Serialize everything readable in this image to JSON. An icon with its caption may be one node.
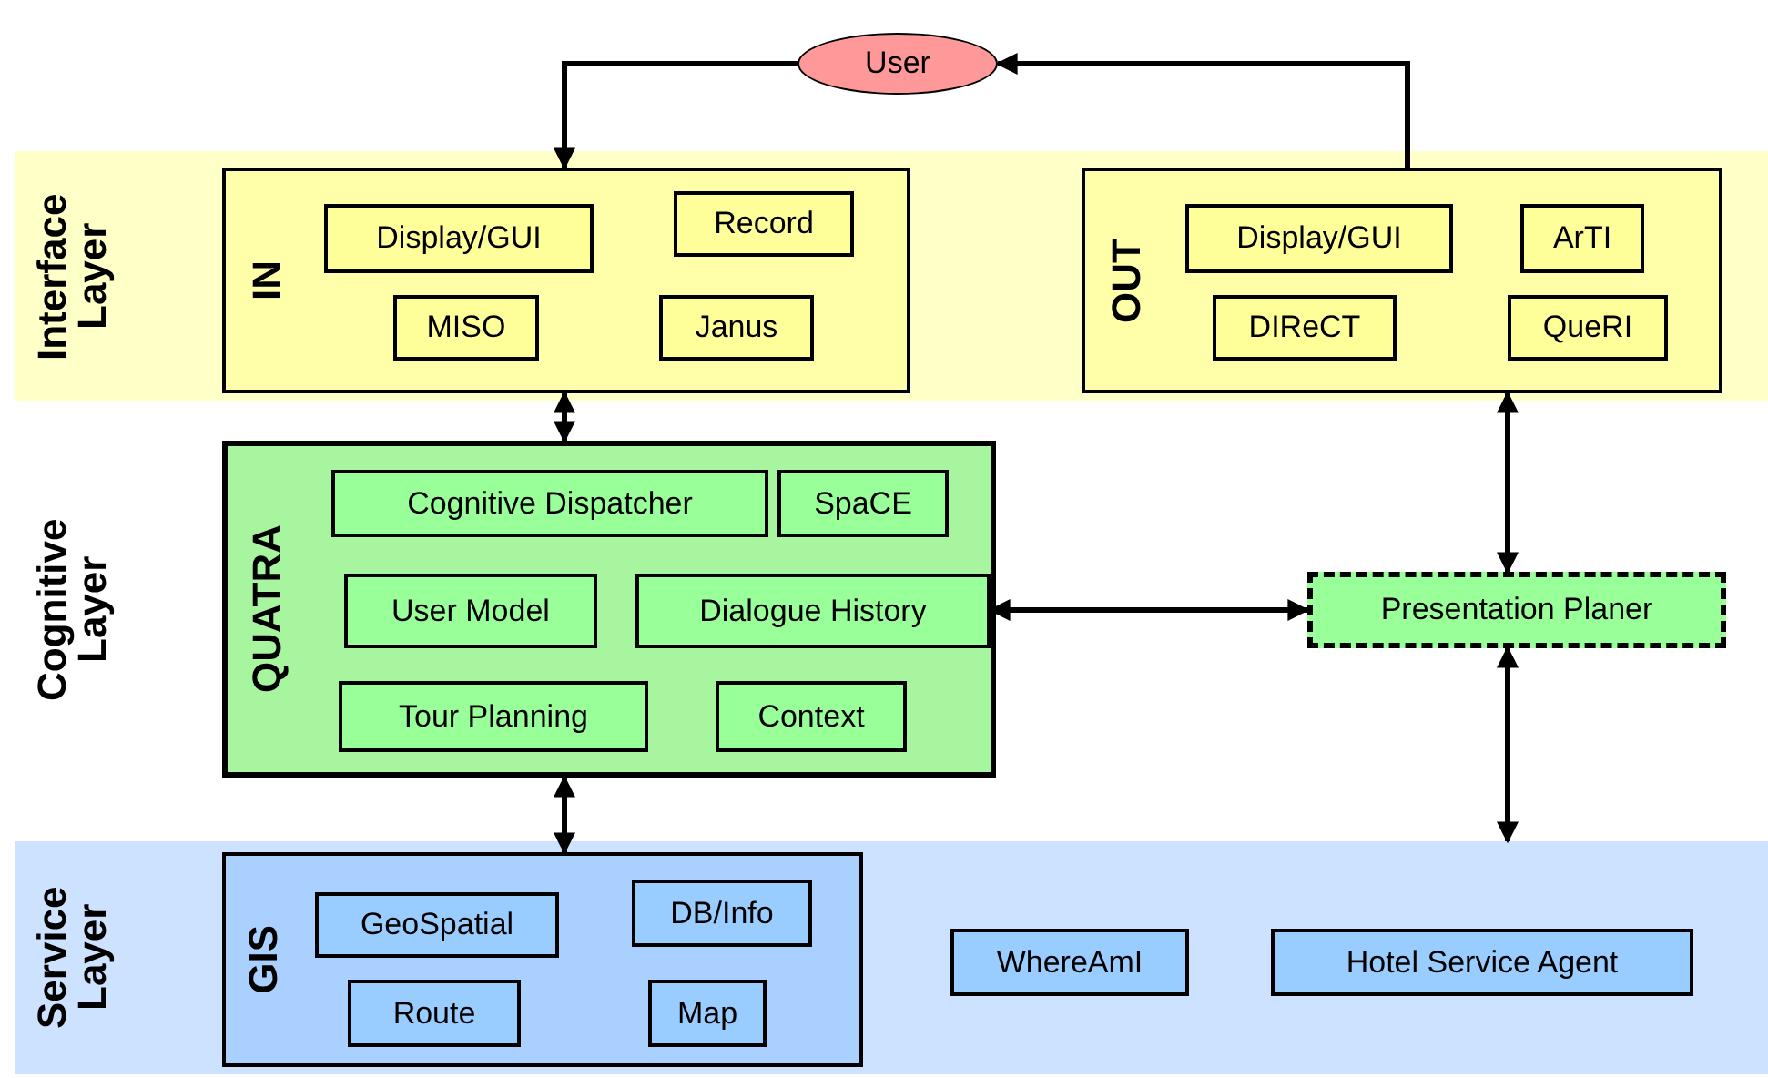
{
  "diagram": {
    "nodes": [
      {
        "text": [
          "User"
        ]
      },
      {
        "text": [
          "Interface Layer"
        ]
      },
      {
        "text": [
          "IN"
        ],
        "in": 1
      },
      {
        "text": [
          "Display/GUI"
        ],
        "in": 2
      },
      {
        "text": [
          "Record"
        ],
        "in": 2
      },
      {
        "text": [
          "MISO"
        ],
        "in": 2
      },
      {
        "text": [
          "Janus"
        ],
        "in": 2
      },
      {
        "text": [
          "OUT"
        ],
        "in": 1
      },
      {
        "text": [
          "Display/GUI"
        ],
        "in": 7
      },
      {
        "text": [
          "ArTI"
        ],
        "in": 7
      },
      {
        "text": [
          "DIReCT"
        ],
        "in": 7
      },
      {
        "text": [
          "QueRI"
        ],
        "in": 7
      },
      {
        "text": [
          "QUATRA"
        ]
      },
      {
        "text": [
          "Cognitive Dispatcher"
        ],
        "in": 12
      },
      {
        "text": [
          "SpaCE"
        ],
        "in": 12
      },
      {
        "text": [
          "User Model"
        ],
        "in": 12
      },
      {
        "text": [
          "Dialogue History"
        ],
        "in": 12
      },
      {
        "text": [
          "Tour Planning"
        ],
        "in": 12
      },
      {
        "text": [
          "Context"
        ],
        "in": 12
      },
      {
        "text": [
          "Presentation Planer"
        ]
      },
      {
        "text": [
          "Service Layer"
        ]
      },
      {
        "text": [
          "GIS"
        ],
        "in": 20
      },
      {
        "text": [
          "GeoSpatial"
        ],
        "in": 21
      },
      {
        "text": [
          "DB/Info"
        ],
        "in": 21
      },
      {
        "text": [
          "Route"
        ],
        "in": 21
      },
      {
        "text": [
          "Map"
        ],
        "in": 21
      },
      {
        "text": [
          "WhereAmI"
        ],
        "in": 20
      },
      {
        "text": [
          "Hotel Service Agent"
        ],
        "in": 20
      }
    ],
    "edges": [
      {
        "from": 0,
        "to": 2,
        "arrow": "to"
      },
      {
        "from": 7,
        "to": 0,
        "arrow": "to"
      },
      {
        "from": 2,
        "to": 12,
        "arrow": "both"
      },
      {
        "from": 7,
        "to": 19,
        "arrow": "both"
      },
      {
        "from": 19,
        "to": 16,
        "arrow": "both"
      },
      {
        "from": 12,
        "to": 21,
        "arrow": "both"
      },
      {
        "from": 19,
        "to": 20,
        "arrow": "both"
      }
    ],
    "labels": [
      "Cognitive Layer"
    ]
  }
}
